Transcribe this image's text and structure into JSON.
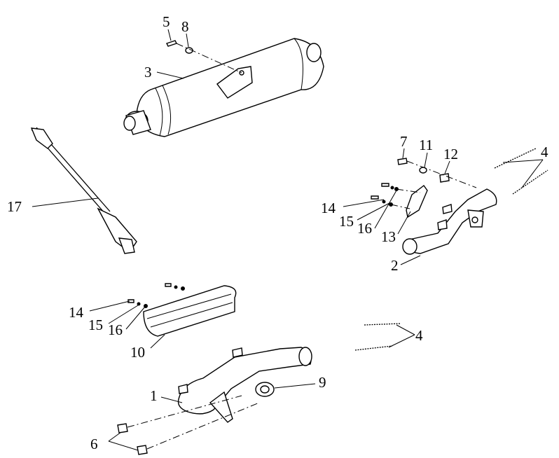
{
  "callouts": [
    {
      "id": "c5",
      "text": "5"
    },
    {
      "id": "c8",
      "text": "8"
    },
    {
      "id": "c3",
      "text": "3"
    },
    {
      "id": "c17",
      "text": "17"
    },
    {
      "id": "c7",
      "text": "7"
    },
    {
      "id": "c11",
      "text": "11"
    },
    {
      "id": "c12",
      "text": "12"
    },
    {
      "id": "c4a",
      "text": "4"
    },
    {
      "id": "c14a",
      "text": "14"
    },
    {
      "id": "c15a",
      "text": "15"
    },
    {
      "id": "c16a",
      "text": "16"
    },
    {
      "id": "c13",
      "text": "13"
    },
    {
      "id": "c2",
      "text": "2"
    },
    {
      "id": "c14b",
      "text": "14"
    },
    {
      "id": "c15b",
      "text": "15"
    },
    {
      "id": "c16b",
      "text": "16"
    },
    {
      "id": "c10",
      "text": "10"
    },
    {
      "id": "c4b",
      "text": "4"
    },
    {
      "id": "c9",
      "text": "9"
    },
    {
      "id": "c1",
      "text": "1"
    },
    {
      "id": "c6",
      "text": "6"
    }
  ]
}
